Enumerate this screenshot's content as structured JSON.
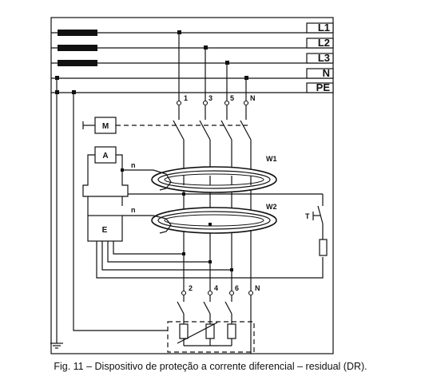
{
  "bus": {
    "l1": "L1",
    "l2": "L2",
    "l3": "L3",
    "n": "N",
    "pe": "PE"
  },
  "terminals_top": {
    "t1": "1",
    "t3": "3",
    "t5": "5",
    "tn": "N"
  },
  "terminals_bottom": {
    "t2": "2",
    "t4": "4",
    "t6": "6",
    "tn": "N"
  },
  "components": {
    "motor": "M",
    "amplifier": "A",
    "relay": "E",
    "test_button": "T"
  },
  "windings": {
    "w1": "W1",
    "w2": "W2",
    "n1": "n",
    "n2": "n"
  },
  "caption": "Fig. 11 – Dispositivo de proteção a corrente diferencial – residual (DR)."
}
